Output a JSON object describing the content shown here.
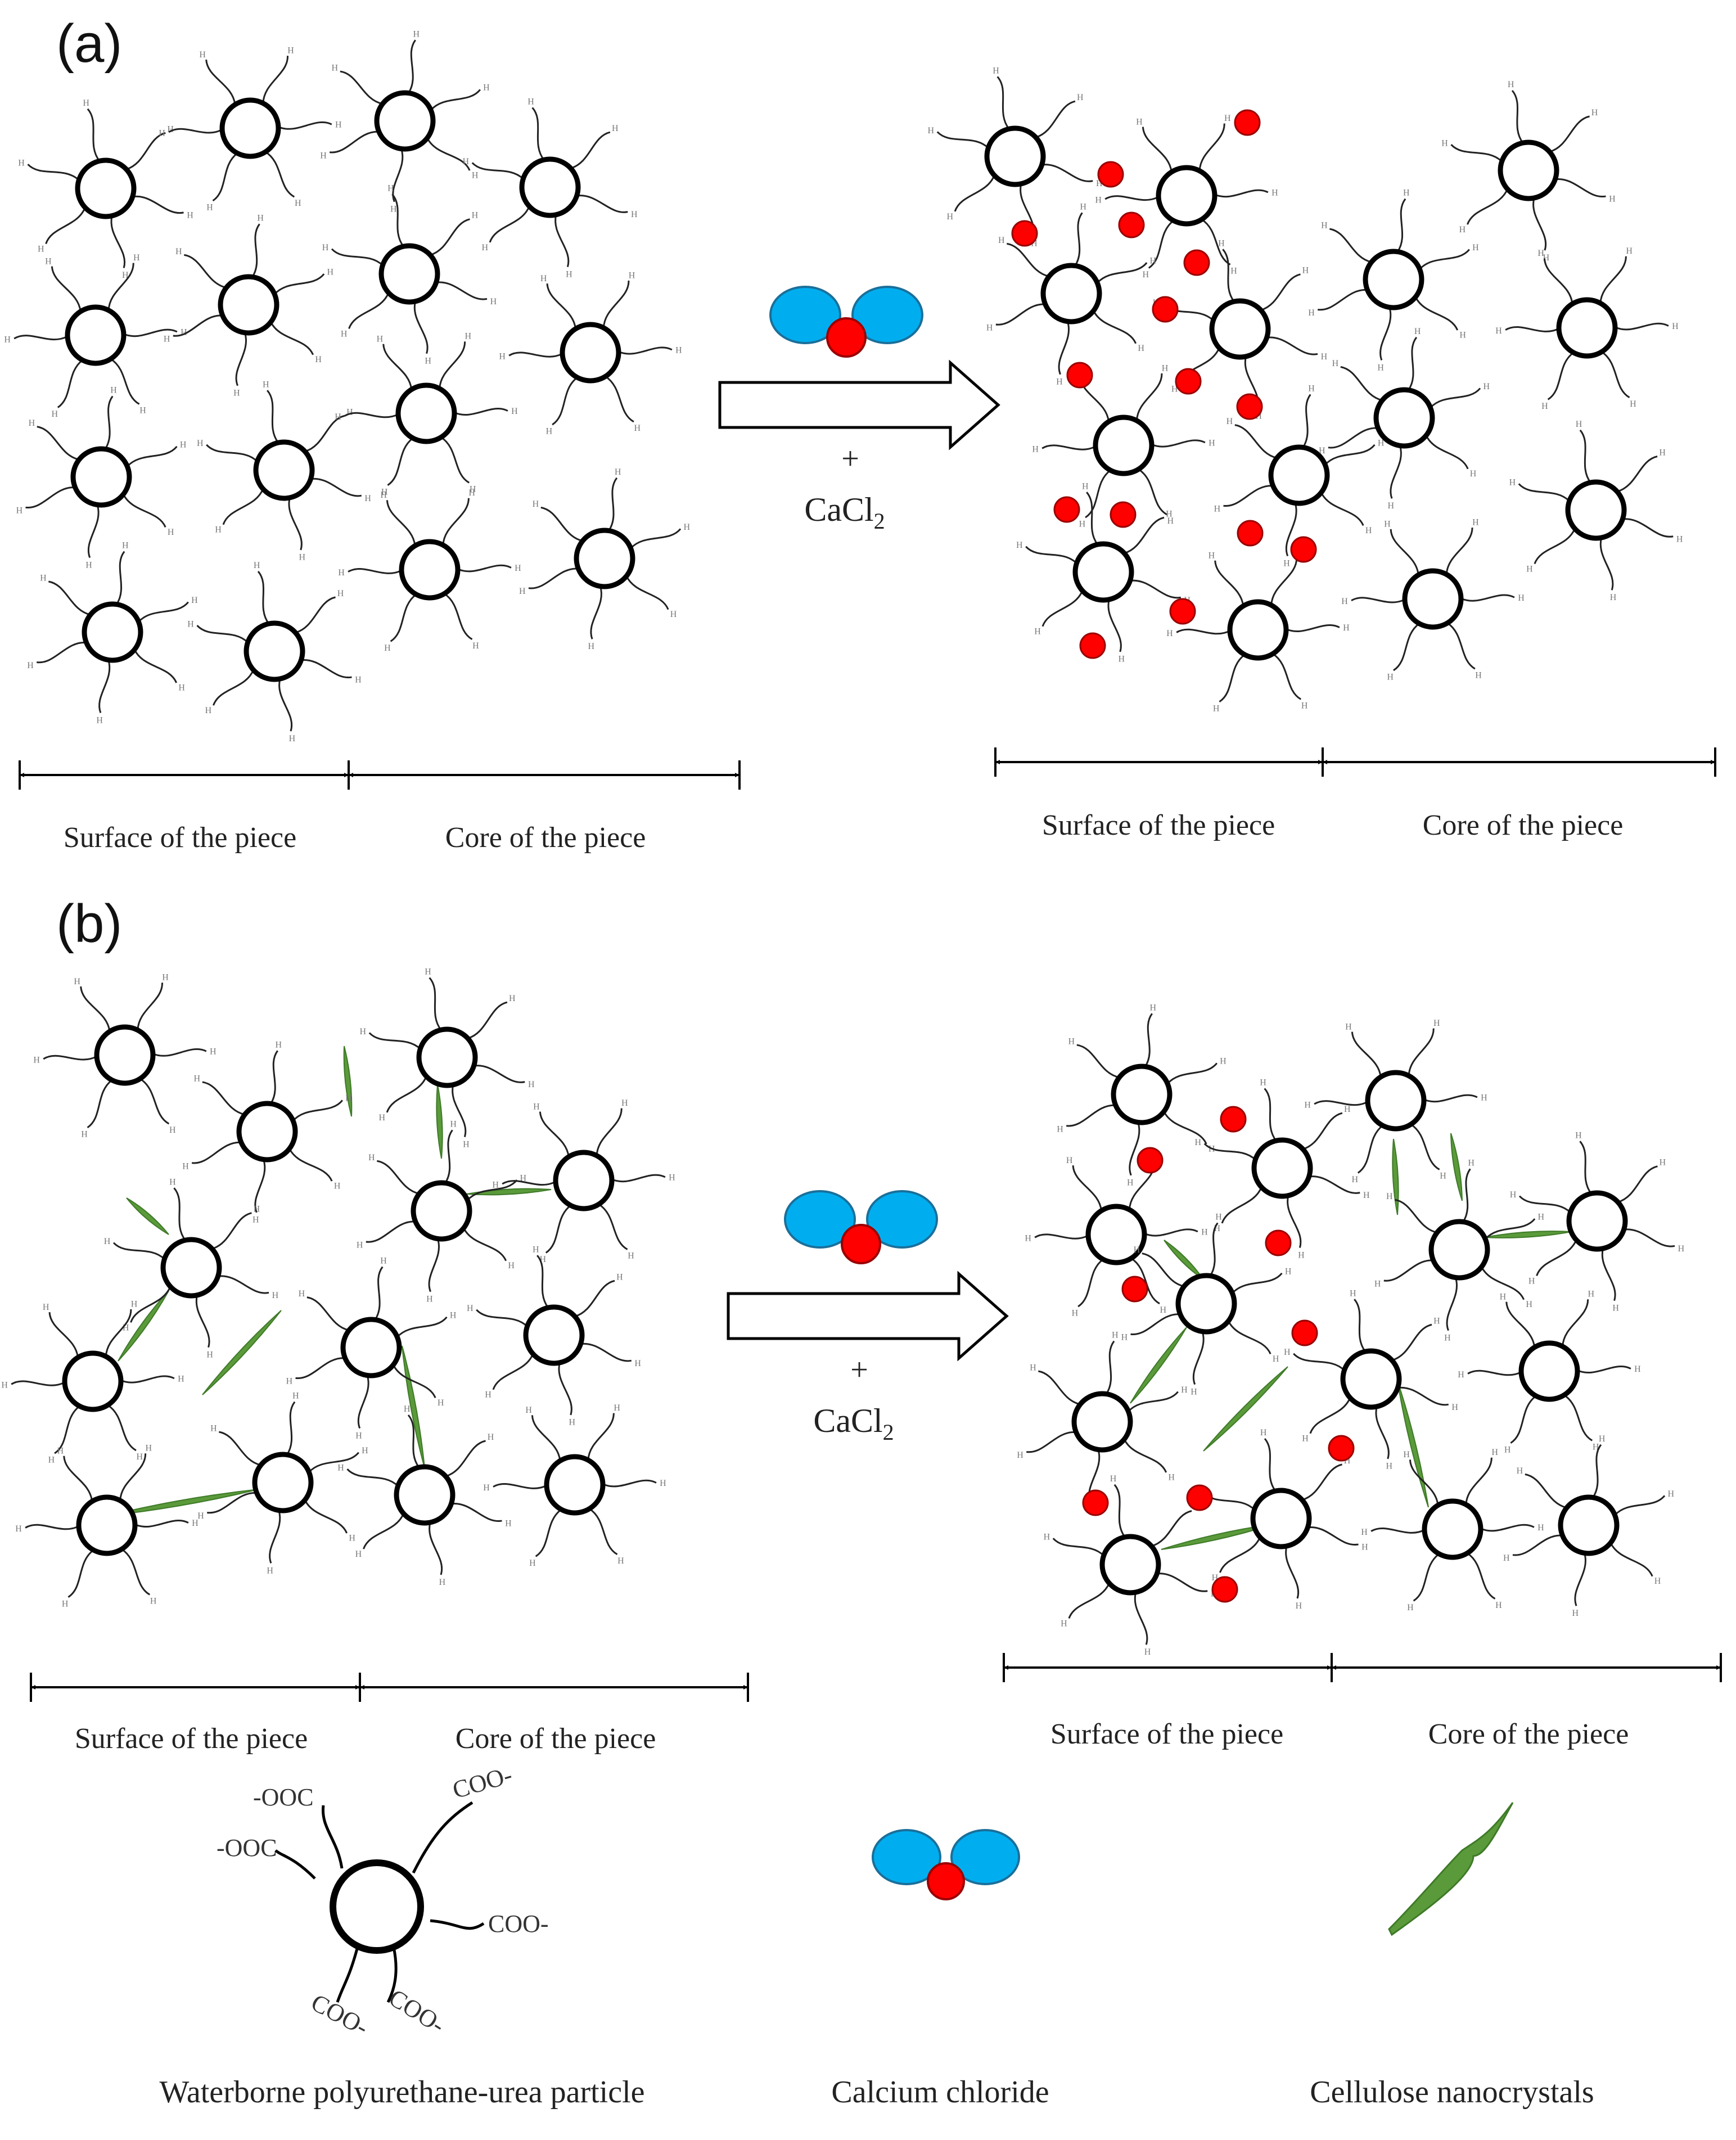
{
  "panels": [
    {
      "label": "(a)",
      "left": {
        "surface_label": "Surface of the piece",
        "core_label": "Core of the piece"
      },
      "right": {
        "surface_label": "Surface of the piece",
        "core_label": "Core of the piece"
      },
      "arrow": {
        "plus": "+",
        "reagent": "CaCl",
        "reagent_sub": "2"
      }
    },
    {
      "label": "(b)",
      "left": {
        "surface_label": "Surface of the piece",
        "core_label": "Core of the piece"
      },
      "right": {
        "surface_label": "Surface of the piece",
        "core_label": "Core of the piece"
      },
      "arrow": {
        "plus": "+",
        "reagent": "CaCl",
        "reagent_sub": "2"
      }
    }
  ],
  "legend": {
    "particle": {
      "label": "Waterborne polyurethane-urea particle",
      "group_labels": [
        "-OOC",
        "-OOC",
        "COO-",
        "COO-",
        "COO-",
        "COO-"
      ],
      "chain_end_mark": "H"
    },
    "salt": {
      "label": "Calcium chloride"
    },
    "crystal": {
      "label": "Cellulose nanocrystals"
    }
  },
  "colors": {
    "chloride_ion": "#00aeef",
    "calcium_ion": "#ff0000",
    "nanocrystal": "#5a9a3a",
    "particle_outline": "#000000"
  }
}
